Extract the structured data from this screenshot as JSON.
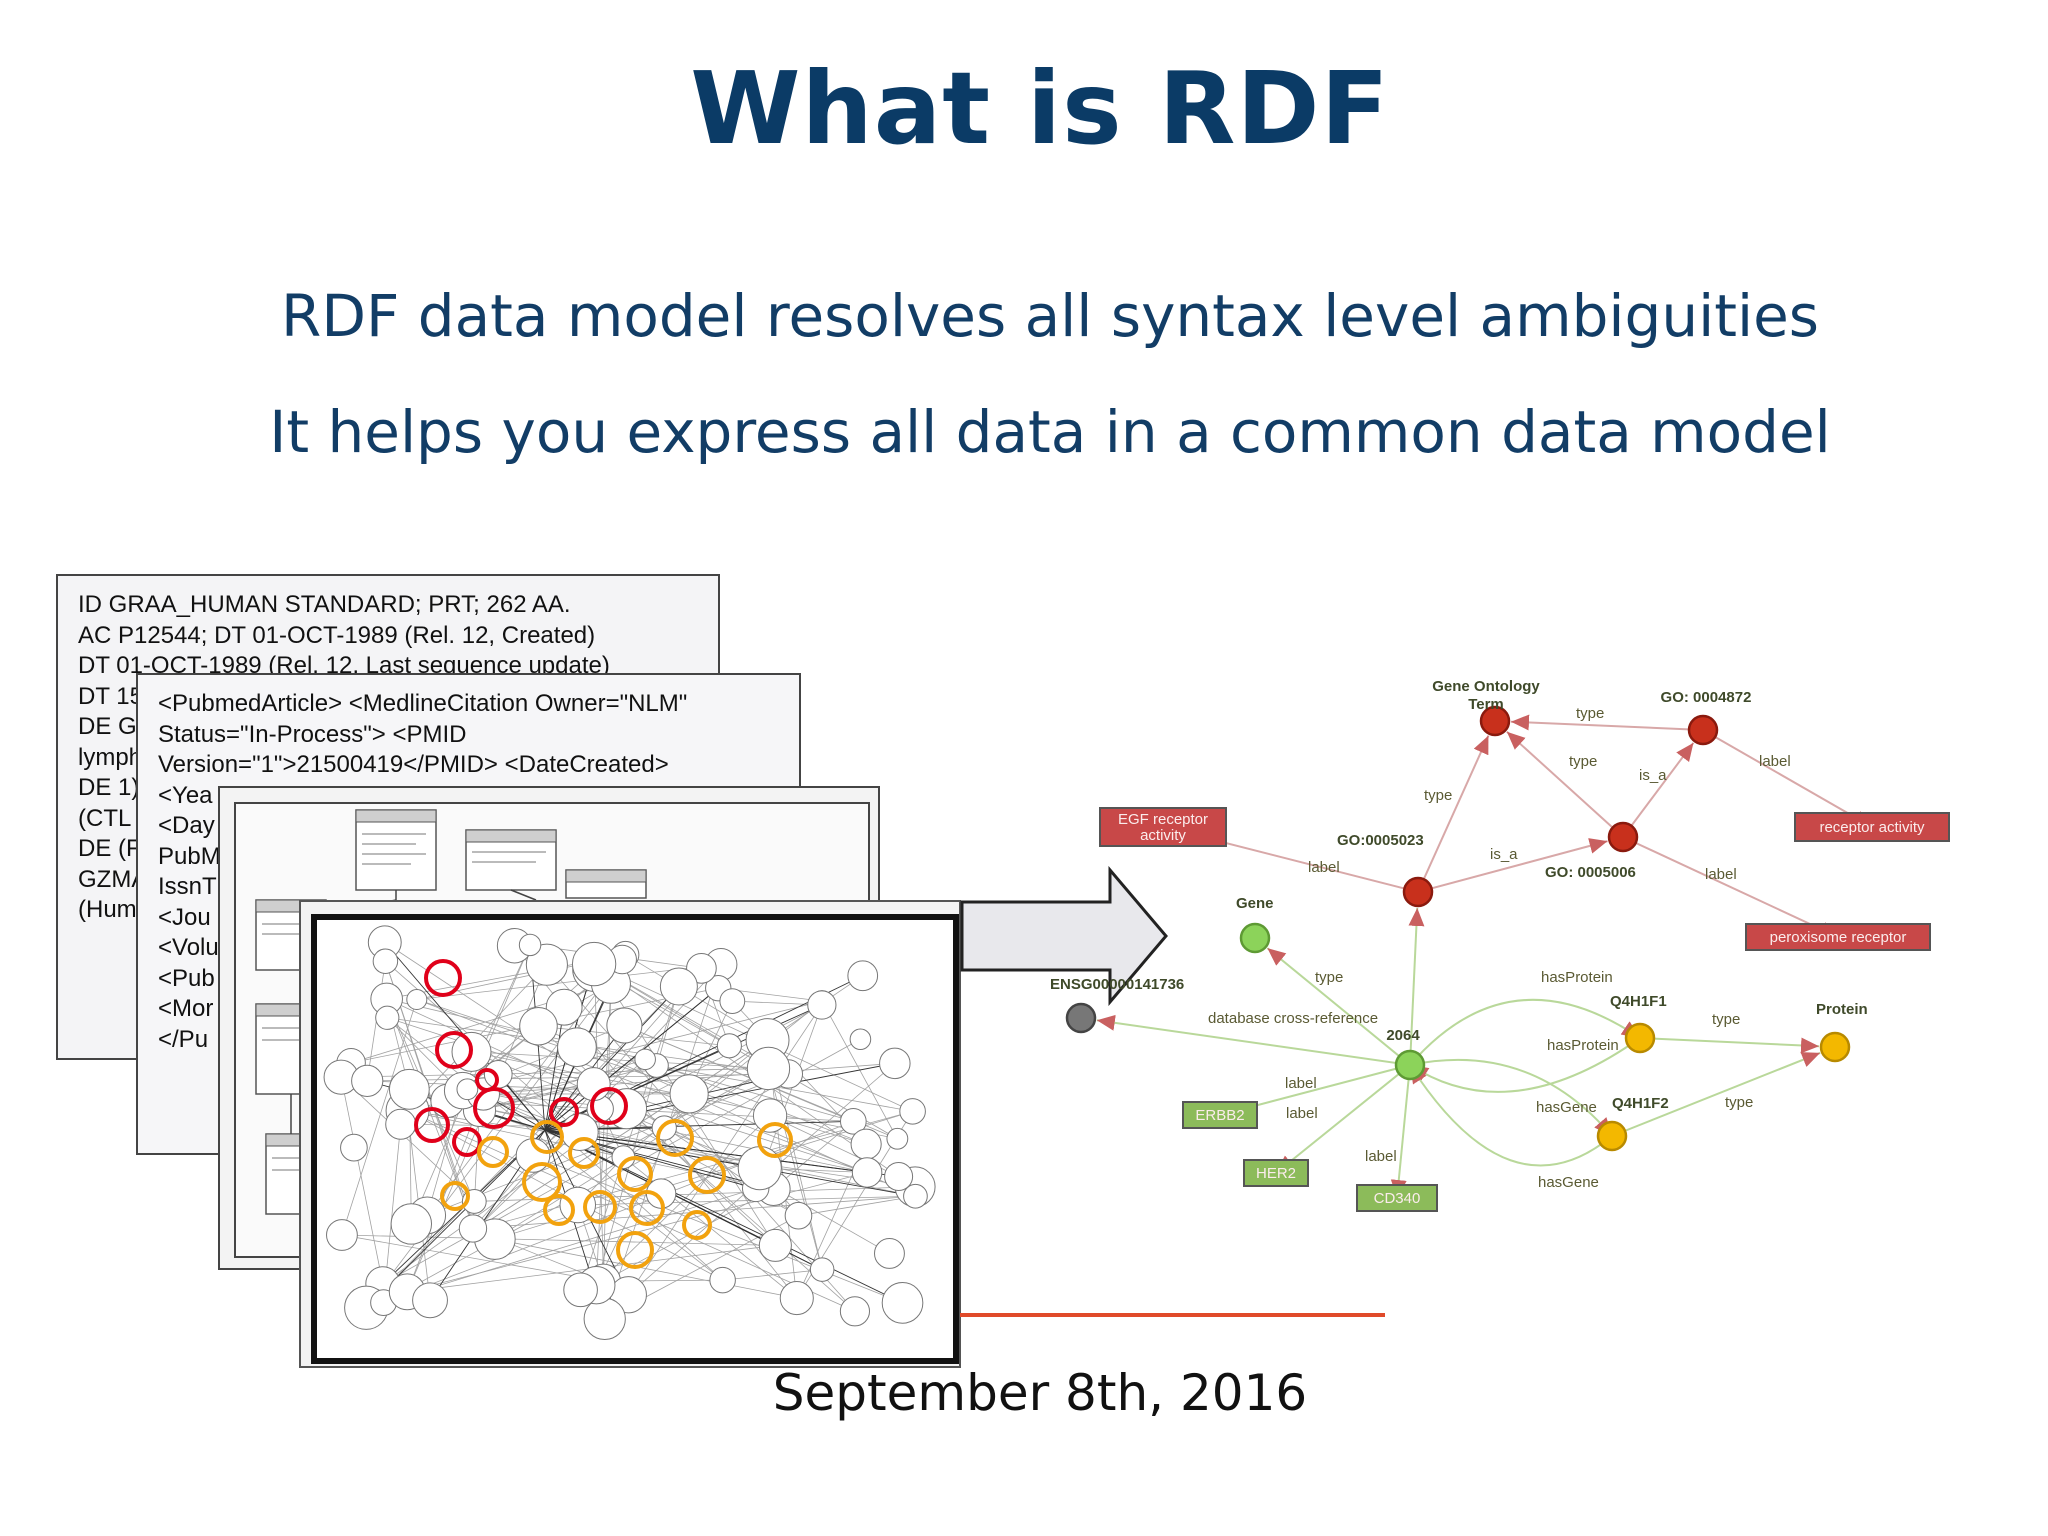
{
  "slide": {
    "title": "What is RDF",
    "subtitle_1": "RDF data model resolves all syntax level ambiguities",
    "subtitle_2": "It helps you express all data in a common data model",
    "date": "September 8th, 2016"
  },
  "cards": {
    "swiss_prot": {
      "lines": [
        "ID GRAA_HUMAN STANDARD; PRT; 262 AA.",
        "AC P12544; DT 01-OCT-1989 (Rel. 12, Created)",
        "DT 01-OCT-1989 (Rel. 12, Last sequence update)",
        "DT 15",
        "DE G",
        "lymph",
        "DE 1)",
        "(CTL",
        "DE (F",
        "GZMA",
        "(Hum"
      ]
    },
    "pubmed_xml": {
      "lines": [
        "<PubmedArticle> <MedlineCitation Owner=\"NLM\"",
        "Status=\"In-Process\"> <PMID",
        "Version=\"1\">21500419</PMID> <DateCreated>",
        "<Yea",
        "<Day",
        "PubM",
        "IssnT",
        "<Jou",
        "<Volu",
        "<Pub",
        "<Mor",
        "</Pu"
      ]
    }
  },
  "rdf_graph": {
    "colors": {
      "red_node": "#c8301c",
      "green_node": "#8cd35a",
      "yellow_node": "#f3b800",
      "gray_node": "#777777",
      "red_box": "#c84848",
      "green_box": "#8cbb5a",
      "edge": "#d8a8a8",
      "label": "#5a5a33"
    },
    "nodes": [
      {
        "id": "got",
        "label": "Gene Ontology\nTerm",
        "color": "red"
      },
      {
        "id": "go4872",
        "label": "GO: 0004872",
        "color": "red"
      },
      {
        "id": "go5023",
        "label": "GO:0005023",
        "color": "red"
      },
      {
        "id": "go5006",
        "label": "GO: 0005006",
        "color": "red"
      },
      {
        "id": "gene",
        "label": "Gene",
        "color": "green"
      },
      {
        "id": "n2064",
        "label": "2064",
        "color": "green"
      },
      {
        "id": "ensg",
        "label": "ENSG00000141736",
        "color": "gray"
      },
      {
        "id": "q4h1f1",
        "label": "Q4H1F1",
        "color": "yellow"
      },
      {
        "id": "q4h1f2",
        "label": "Q4H1F2",
        "color": "yellow"
      },
      {
        "id": "protein",
        "label": "Protein",
        "color": "yellow"
      }
    ],
    "literals": [
      {
        "id": "egf",
        "lines": [
          "EGF receptor",
          "activity"
        ],
        "color": "red"
      },
      {
        "id": "recact",
        "lines": [
          "receptor activity"
        ],
        "color": "red"
      },
      {
        "id": "perox",
        "lines": [
          "peroxisome receptor"
        ],
        "color": "red"
      },
      {
        "id": "erbb2",
        "lines": [
          "ERBB2"
        ],
        "color": "green"
      },
      {
        "id": "her2",
        "lines": [
          "HER2"
        ],
        "color": "green"
      },
      {
        "id": "cd340",
        "lines": [
          "CD340"
        ],
        "color": "green"
      }
    ],
    "edges": [
      {
        "from": "go4872",
        "to": "got",
        "label": "type"
      },
      {
        "from": "go5006",
        "to": "got",
        "label": "type"
      },
      {
        "from": "go5023",
        "to": "got",
        "label": "type"
      },
      {
        "from": "go5006",
        "to": "go4872",
        "label": "is_a"
      },
      {
        "from": "go4872",
        "to": "recact",
        "label": "label"
      },
      {
        "from": "go5023",
        "to": "go5006",
        "label": "is_a"
      },
      {
        "from": "go5023",
        "to": "egf",
        "label": "label"
      },
      {
        "from": "go5006",
        "to": "perox",
        "label": "label"
      },
      {
        "from": "n2064",
        "to": "gene",
        "label": "type"
      },
      {
        "from": "n2064",
        "to": "go5023",
        "label": ""
      },
      {
        "from": "n2064",
        "to": "ensg",
        "label": "database cross-reference"
      },
      {
        "from": "n2064",
        "to": "q4h1f1",
        "label": "hasProtein"
      },
      {
        "from": "n2064",
        "to": "q4h1f2",
        "label": "hasProtein"
      },
      {
        "from": "q4h1f1",
        "to": "n2064",
        "label": "hasGene"
      },
      {
        "from": "q4h1f2",
        "to": "n2064",
        "label": "hasGene"
      },
      {
        "from": "q4h1f1",
        "to": "protein",
        "label": "type"
      },
      {
        "from": "q4h1f2",
        "to": "protein",
        "label": "type"
      },
      {
        "from": "n2064",
        "to": "erbb2",
        "label": "label"
      },
      {
        "from": "n2064",
        "to": "her2",
        "label": "label"
      },
      {
        "from": "n2064",
        "to": "cd340",
        "label": "label"
      }
    ]
  }
}
